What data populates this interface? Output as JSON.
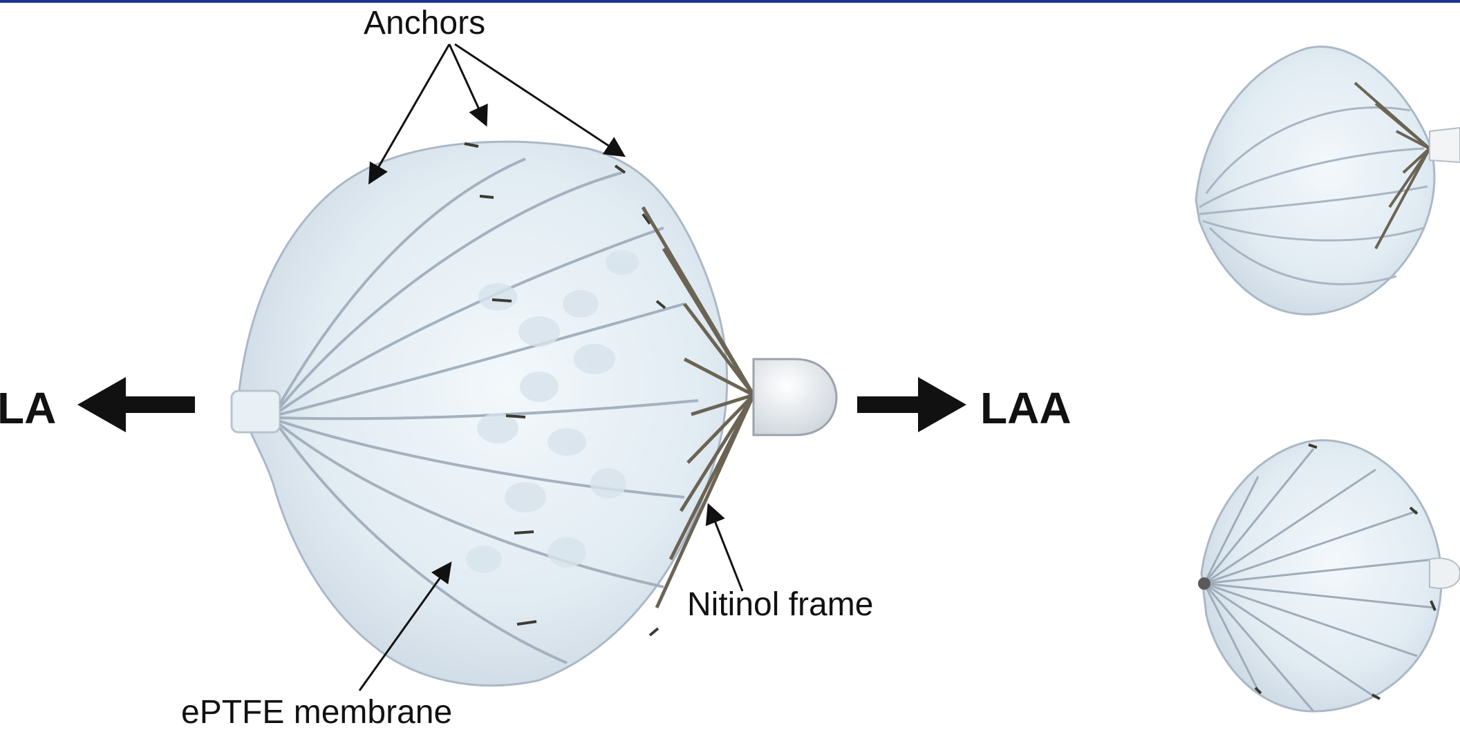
{
  "labels": {
    "anchors": "Anchors",
    "nitinol_frame": "Nitinol frame",
    "eptfe_membrane": "ePTFE membrane",
    "la": "LA",
    "laa": "LAA"
  },
  "colors": {
    "top_rule": "#1e2f8f",
    "membrane_fill": "#e4eef4",
    "membrane_shadow": "#c9d6e2",
    "strut": "#5f5a4f",
    "ink": "#111111"
  },
  "icons": {
    "main_device": "laa-occluder-device-illustration",
    "small_device_side": "laa-occluder-side-view-illustration",
    "small_device_end": "laa-occluder-end-view-illustration"
  }
}
